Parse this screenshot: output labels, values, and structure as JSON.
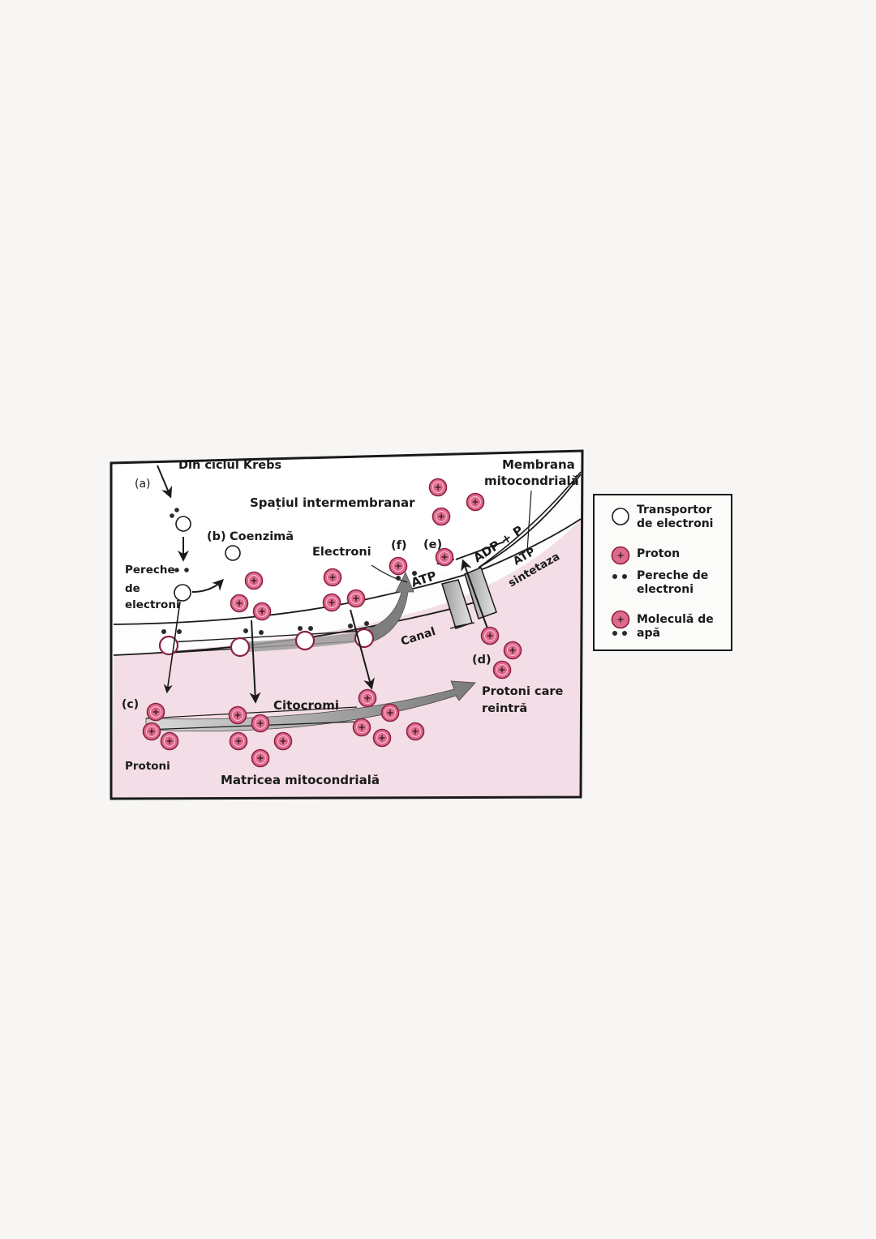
{
  "diagram": {
    "title_regions": {
      "intermembrane_space": "Spațiul intermembranar",
      "matrix": "Matricea mitocondrială",
      "membrane_line1": "Membrana",
      "membrane_line2": "mitocondrială"
    },
    "labels": {
      "a": "(a)",
      "a_text": "Din ciclul Krebs",
      "b": "(b)",
      "b_text": "Coenzimă",
      "pair_line1": "Pereche",
      "pair_line2": "de",
      "pair_line3": "electroni",
      "c": "(c)",
      "protons": "Protoni",
      "cytochromes": "Citocromi",
      "electrons": "Electroni",
      "f": "(f)",
      "e": "(e)",
      "atp": "ATP",
      "adp_p": "ADP + P",
      "atp_synthase_line1": "ATP",
      "atp_synthase_line2": "sintetaza",
      "channel": "Canal",
      "d": "(d)",
      "reentering_line1": "Protoni care",
      "reentering_line2": "reintră"
    },
    "colors": {
      "proton_fill": "#e06a8e",
      "proton_stroke": "#8a2140",
      "matrix_bg": "#f3dde6",
      "arrow_gray": "#8e8e8e",
      "ink": "#1a1a1a"
    }
  },
  "legend": {
    "items": [
      {
        "symbol": "electron-carrier",
        "line1": "Transportor",
        "line2": "de electroni"
      },
      {
        "symbol": "proton",
        "line1": "Proton",
        "line2": ""
      },
      {
        "symbol": "electron-pair",
        "line1": "Pereche de",
        "line2": "electroni"
      },
      {
        "symbol": "water-molecule",
        "line1": "Moleculă de",
        "line2": "apă"
      }
    ]
  }
}
